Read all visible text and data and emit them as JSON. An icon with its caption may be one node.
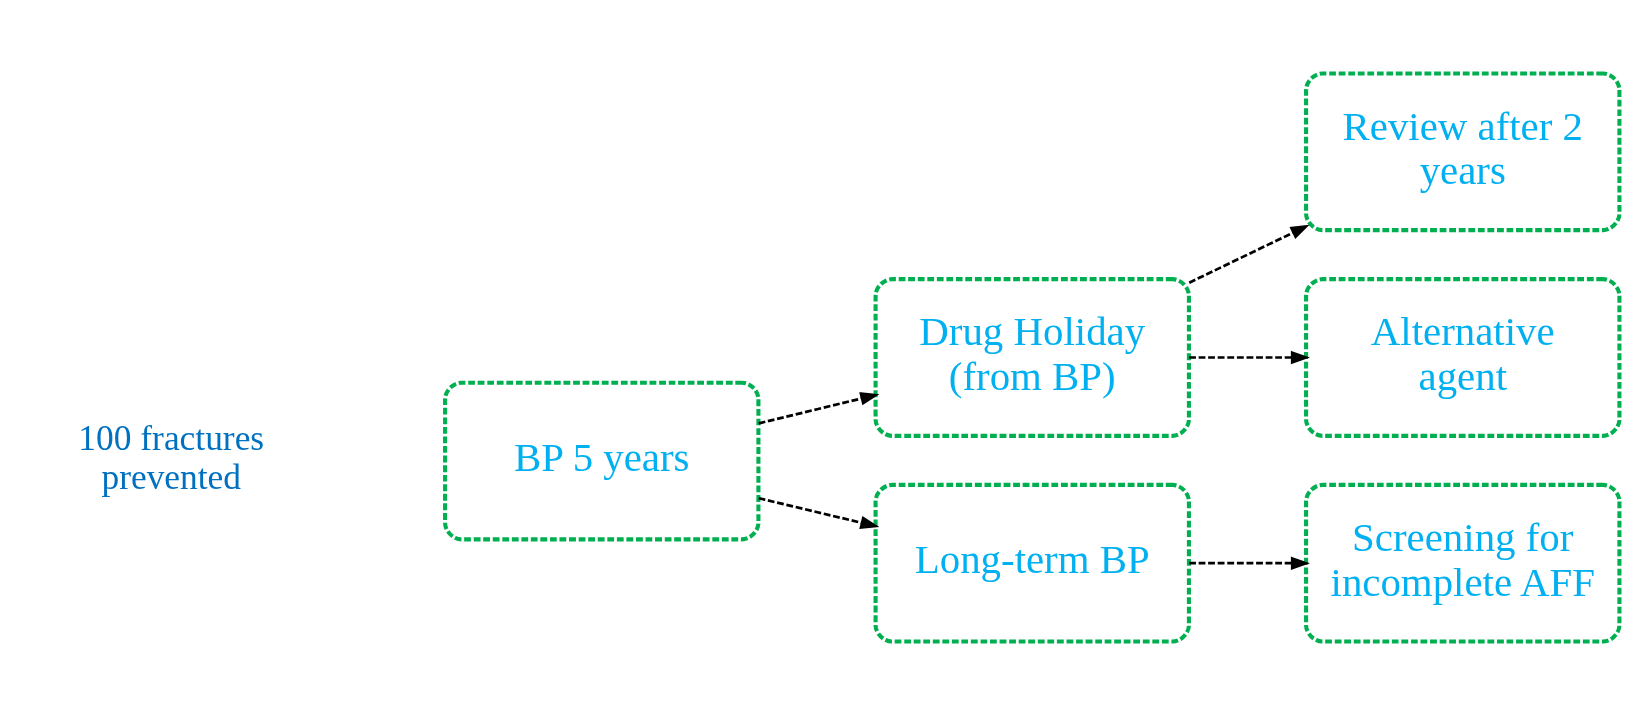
{
  "diagram": {
    "nodes": [
      {
        "text": [
          "BP 5 years"
        ]
      },
      {
        "text": [
          "Drug Holiday (from BP)"
        ]
      },
      {
        "text": [
          "Long-term BP"
        ]
      },
      {
        "text": [
          "Review after 2 years"
        ]
      },
      {
        "text": [
          "Alternative agent"
        ]
      },
      {
        "text": [
          "Screening for incomplete AFF"
        ]
      }
    ],
    "edges": [
      {
        "from": 0,
        "to": 1,
        "arrow": "to",
        "style": "dashed"
      },
      {
        "from": 0,
        "to": 2,
        "arrow": "to",
        "style": "dashed"
      },
      {
        "from": 1,
        "to": 3,
        "arrow": "to",
        "style": "dashed"
      },
      {
        "from": 1,
        "to": 4,
        "arrow": "to",
        "style": "dashed"
      },
      {
        "from": 2,
        "to": 5,
        "arrow": "to",
        "style": "dashed"
      }
    ],
    "labels": [
      "100 fractures prevented"
    ]
  }
}
